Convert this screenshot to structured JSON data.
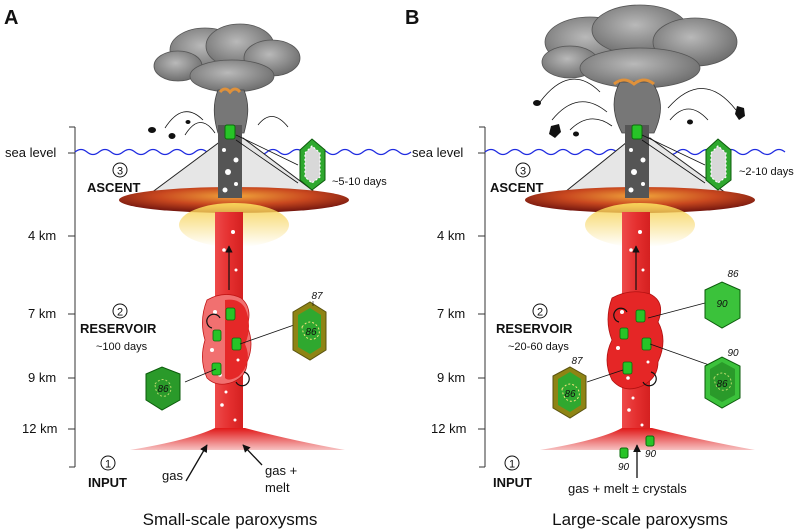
{
  "panels": [
    {
      "letter": "A",
      "caption": "Small-scale paroxysms",
      "sea_level_label": "sea level",
      "depths": [
        "4 km",
        "7 km",
        "9 km",
        "12 km"
      ],
      "stage3": {
        "num": "3",
        "label": "ASCENT",
        "time": "~5-10 days"
      },
      "stage2": {
        "num": "2",
        "label": "RESERVOIR",
        "time": "~100 days"
      },
      "stage1": {
        "num": "1",
        "label": "INPUT"
      },
      "inputs": [
        "gas",
        "gas +",
        "melt"
      ],
      "crystals": [
        {
          "core": "86",
          "rim": "87"
        },
        {
          "core": "86"
        }
      ]
    },
    {
      "letter": "B",
      "caption": "Large-scale paroxysms",
      "sea_level_label": "sea level",
      "depths": [
        "4 km",
        "7 km",
        "9 km",
        "12 km"
      ],
      "stage3": {
        "num": "3",
        "label": "ASCENT",
        "time": "~2-10 days"
      },
      "stage2": {
        "num": "2",
        "label": "RESERVOIR",
        "time": "~20-60 days"
      },
      "stage1": {
        "num": "1",
        "label": "INPUT"
      },
      "inputs": [
        "gas + melt ± crystals"
      ],
      "input_crystals": [
        "90",
        "90"
      ],
      "crystals": [
        {
          "core": "90",
          "rim": "86"
        },
        {
          "core": "86",
          "rim": "87"
        },
        {
          "core": "86",
          "rim": "90"
        }
      ]
    }
  ],
  "colors": {
    "sea": "#1f2be0",
    "magma": "#e02020",
    "crystal_green": "#2fa82f",
    "crystal_olive": "#9a8f10",
    "plume": "#8a8a8a"
  }
}
